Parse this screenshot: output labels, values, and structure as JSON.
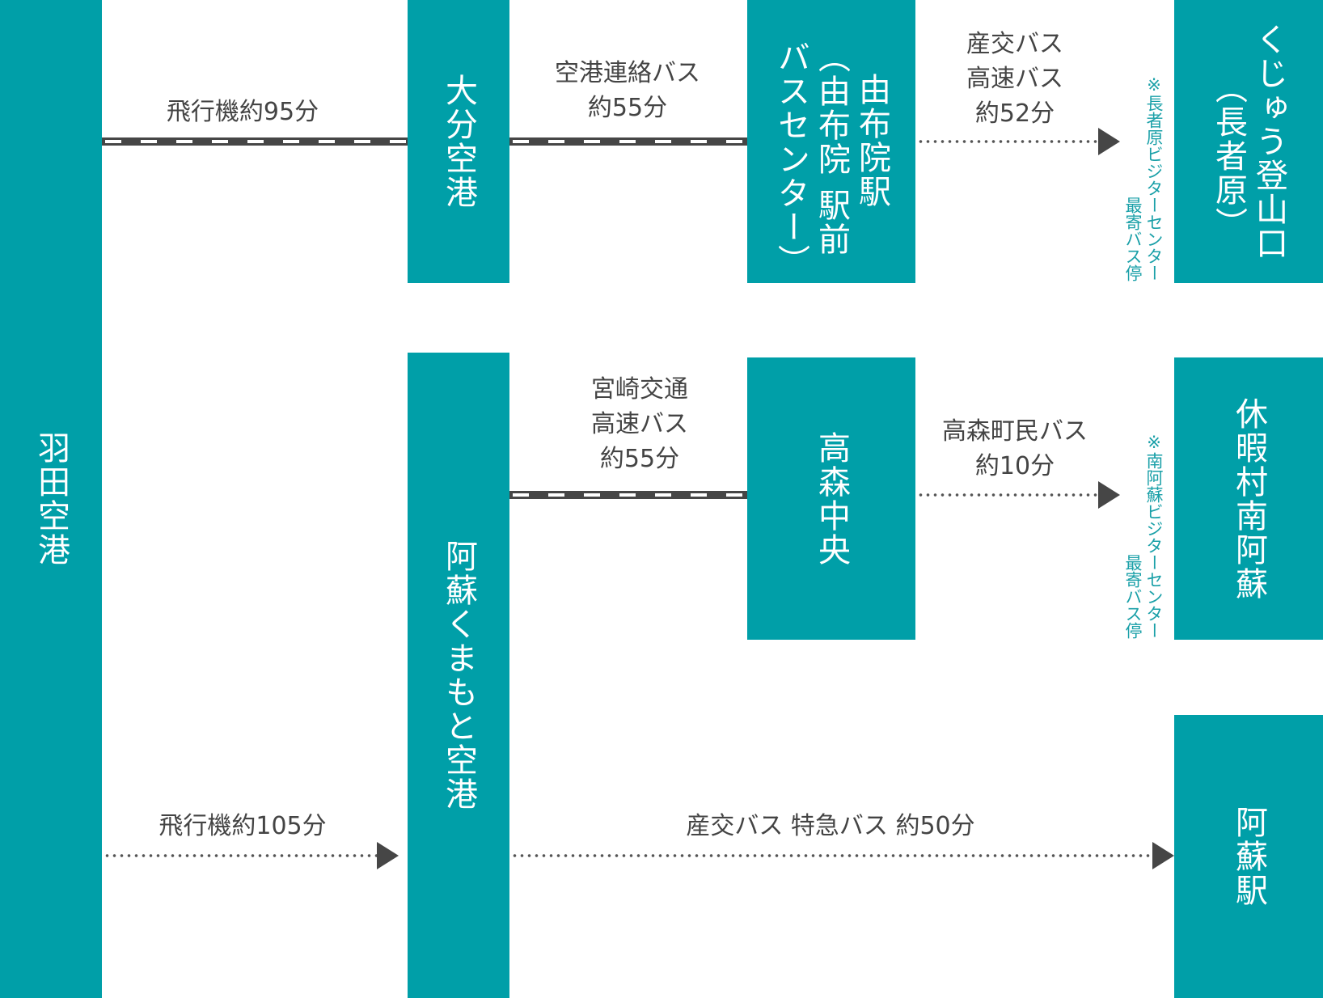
{
  "colors": {
    "station": "#009fa8",
    "line": "#464646",
    "note": "#1aa0a8"
  },
  "stations": {
    "haneda": "羽田空港",
    "oita": "大分空港",
    "yufuin": [
      "由布院駅",
      "（由布院 駅前",
      "バスセンター）"
    ],
    "kuju": [
      "くじゅう登山口",
      "（長者原）"
    ],
    "aso_kumamoto": "阿蘇くまもと空港",
    "takamori": "高森中央",
    "kyuka": "休暇村南阿蘇",
    "aso_station": "阿蘇駅"
  },
  "routes": {
    "haneda_oita": [
      "飛行機約95分"
    ],
    "oita_yufuin": [
      "空港連絡バス",
      "約55分"
    ],
    "yufuin_kuju": [
      "産交バス",
      "高速バス",
      "約52分"
    ],
    "kumamoto_takamori": [
      "宮崎交通",
      "高速バス",
      "約55分"
    ],
    "takamori_kyuka": [
      "高森町民バス",
      "約10分"
    ],
    "haneda_kumamoto": [
      "飛行機約105分"
    ],
    "kumamoto_aso": [
      "産交バス 特急バス 約50分"
    ]
  },
  "notes": {
    "kuju": [
      "※長者原ビジターセンター",
      "最寄バス停"
    ],
    "kyuka": [
      "※南阿蘇ビジターセンター",
      "最寄バス停"
    ]
  }
}
